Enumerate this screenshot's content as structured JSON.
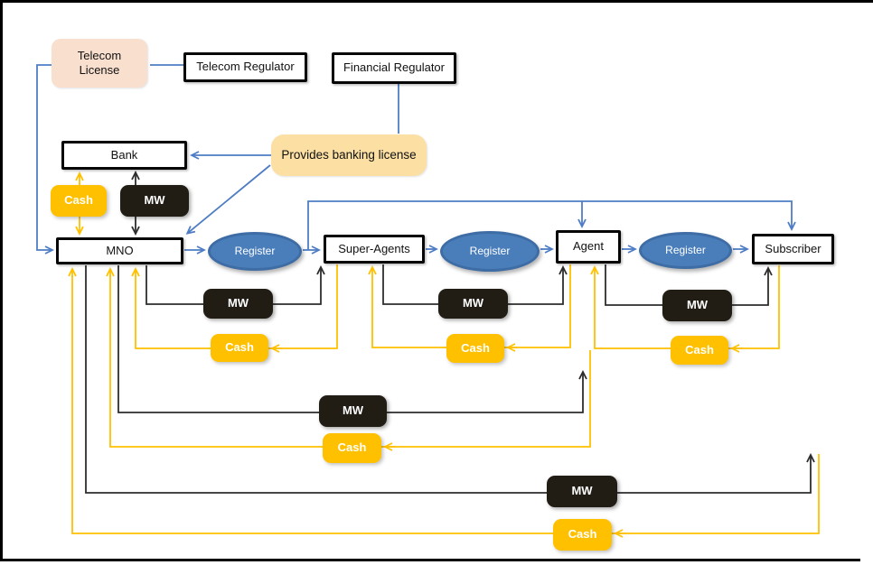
{
  "nodes": {
    "telecom_license": {
      "line1": "Telecom",
      "line2": "License"
    },
    "telecom_regulator": "Telecom Regulator",
    "financial_regulator": "Financial Regulator",
    "bank": "Bank",
    "provides_banking_license": "Provides banking license",
    "mno": "MNO",
    "super_agents": "Super-Agents",
    "agent": "Agent",
    "subscriber": "Subscriber"
  },
  "registers": {
    "r1": "Register",
    "r2": "Register",
    "r3": "Register"
  },
  "mw": {
    "bank": "MW",
    "a": "MW",
    "b": "MW",
    "c": "MW",
    "d": "MW",
    "e": "MW"
  },
  "cash": {
    "bank": "Cash",
    "a": "Cash",
    "b": "Cash",
    "c": "Cash",
    "d": "Cash",
    "e": "Cash"
  },
  "colors": {
    "blue_line": "#4E7DC4",
    "black_line": "#2D2D2D",
    "yellow_line": "#FFC000",
    "mw_fill": "#211D15",
    "cash_fill": "#FFC000",
    "register_fill": "#4A7EBB",
    "register_border": "#3E6CA4",
    "telecom_license_fill": "#F9DFCE",
    "banking_license_fill": "#FBDFA3",
    "box_border": "#060606"
  }
}
